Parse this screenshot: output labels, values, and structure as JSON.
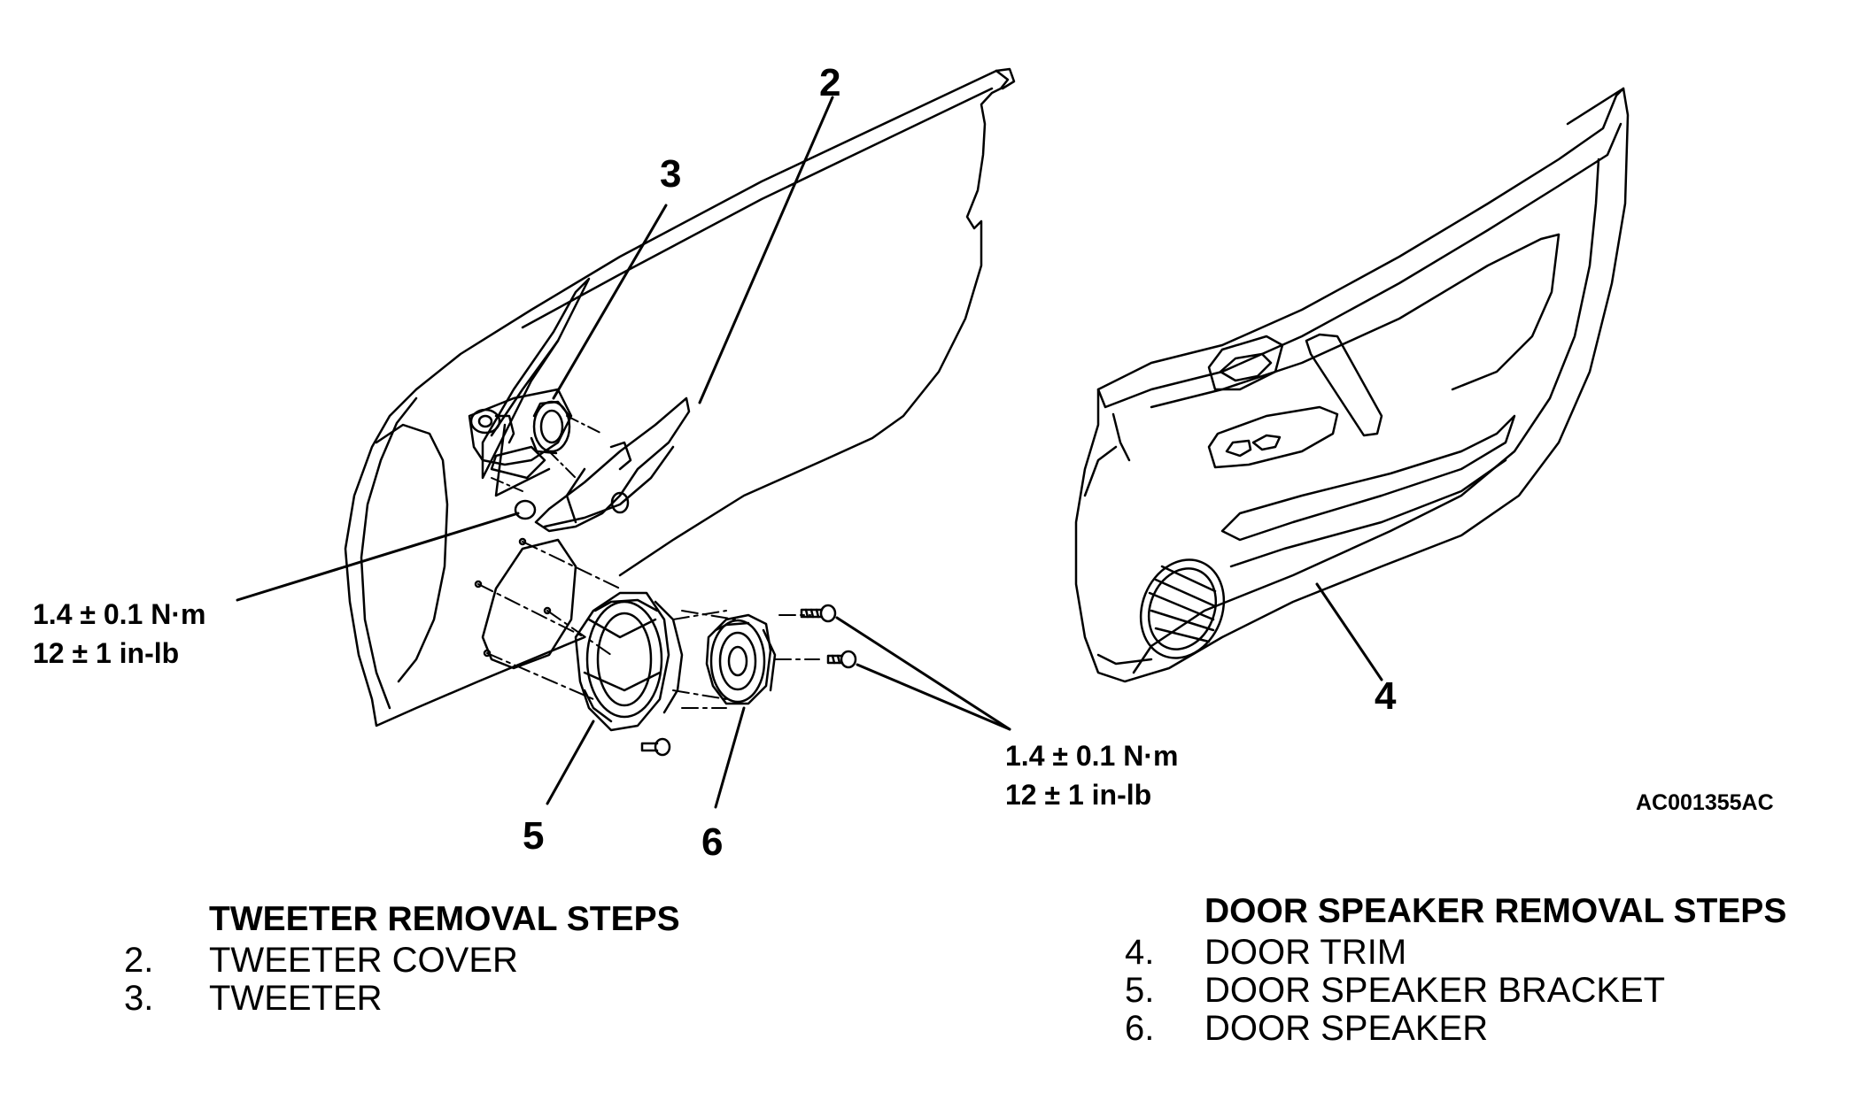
{
  "callouts": {
    "n2": "2",
    "n3": "3",
    "n4": "4",
    "n5": "5",
    "n6": "6"
  },
  "torque_left": {
    "nm": "1.4 ± 0.1 N·m",
    "inlb": "12 ± 1 in-lb"
  },
  "torque_right": {
    "nm": "1.4 ± 0.1 N·m",
    "inlb": "12 ± 1 in-lb"
  },
  "figure_code": "AC001355AC",
  "tweeter_steps": {
    "title": "TWEETER REMOVAL STEPS",
    "items": [
      {
        "num": "2.",
        "label": "TWEETER COVER"
      },
      {
        "num": "3.",
        "label": "TWEETER"
      }
    ]
  },
  "door_speaker_steps": {
    "title": "DOOR SPEAKER REMOVAL STEPS",
    "items": [
      {
        "num": "4.",
        "label": "DOOR TRIM"
      },
      {
        "num": "5.",
        "label": "DOOR SPEAKER BRACKET"
      },
      {
        "num": "6.",
        "label": "DOOR SPEAKER"
      }
    ]
  }
}
